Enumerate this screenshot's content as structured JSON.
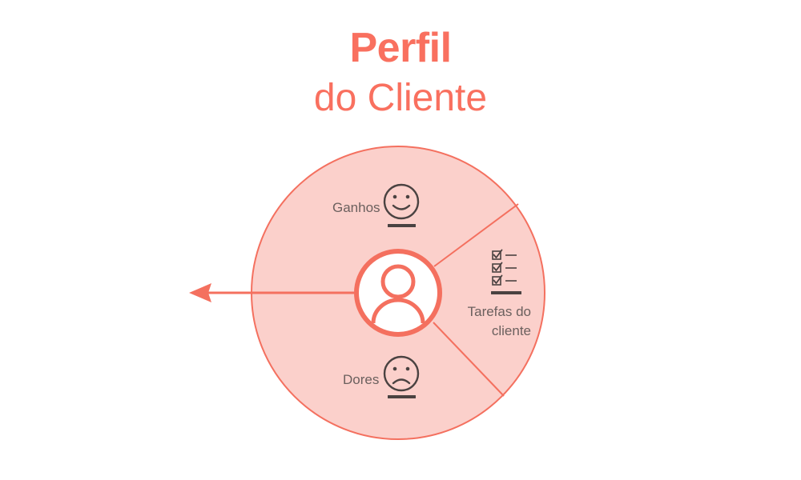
{
  "page": {
    "background_color": "#ffffff",
    "accent_color": "#f9705f",
    "segment_fill_color": "#fbd0cb",
    "text_color": "#6b605e",
    "icon_color": "#4a4241"
  },
  "header": {
    "title_main": "Perfil",
    "title_sub": "do Cliente"
  },
  "diagram": {
    "name": "customer-profile-circle",
    "center_icon": "person-icon",
    "segments": [
      {
        "id": "ganhos",
        "label": "Ganhos",
        "icon": "smiley-face-icon",
        "position": "top-left"
      },
      {
        "id": "tarefas",
        "label": "Tarefas do cliente",
        "label_line_1": "Tarefas do",
        "label_line_2": "cliente",
        "icon": "checklist-icon",
        "position": "right"
      },
      {
        "id": "dores",
        "label": "Dores",
        "icon": "sad-face-icon",
        "position": "bottom-left"
      }
    ],
    "pointer": {
      "name": "left-arrow",
      "direction": "left"
    }
  }
}
